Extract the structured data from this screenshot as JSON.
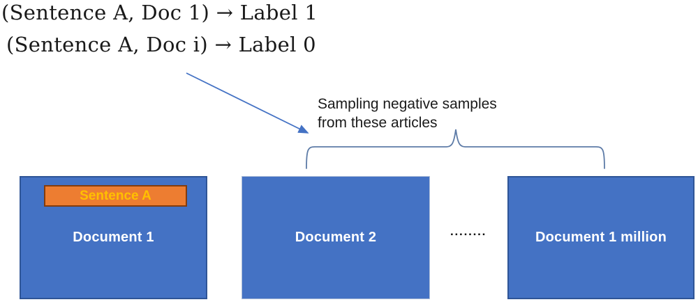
{
  "formulas": {
    "line1": "(Sentence A, Doc 1) → Label 1",
    "line2": "(Sentence A, Doc i) → Label 0"
  },
  "annotation": {
    "text": "Sampling negative samples\nfrom these articles"
  },
  "documents": [
    {
      "label": "Document 1",
      "sentence_label": "Sentence A"
    },
    {
      "label": "Document 2"
    },
    {
      "label": "Document 1 million"
    }
  ],
  "ellipsis": "........",
  "colors": {
    "box_fill": "#4472C4",
    "box_border_dark": "#2F5597",
    "box_border_light": "#AEBED8",
    "sentence_fill": "#ED7D31",
    "sentence_border": "#843C0C",
    "sentence_text": "#FFC000",
    "doc_text": "#FFFFFF",
    "arrow": "#4472C4",
    "brace": "#5D7BA7",
    "formula_text": "#191919",
    "annotation_text": "#1A1A1A"
  }
}
